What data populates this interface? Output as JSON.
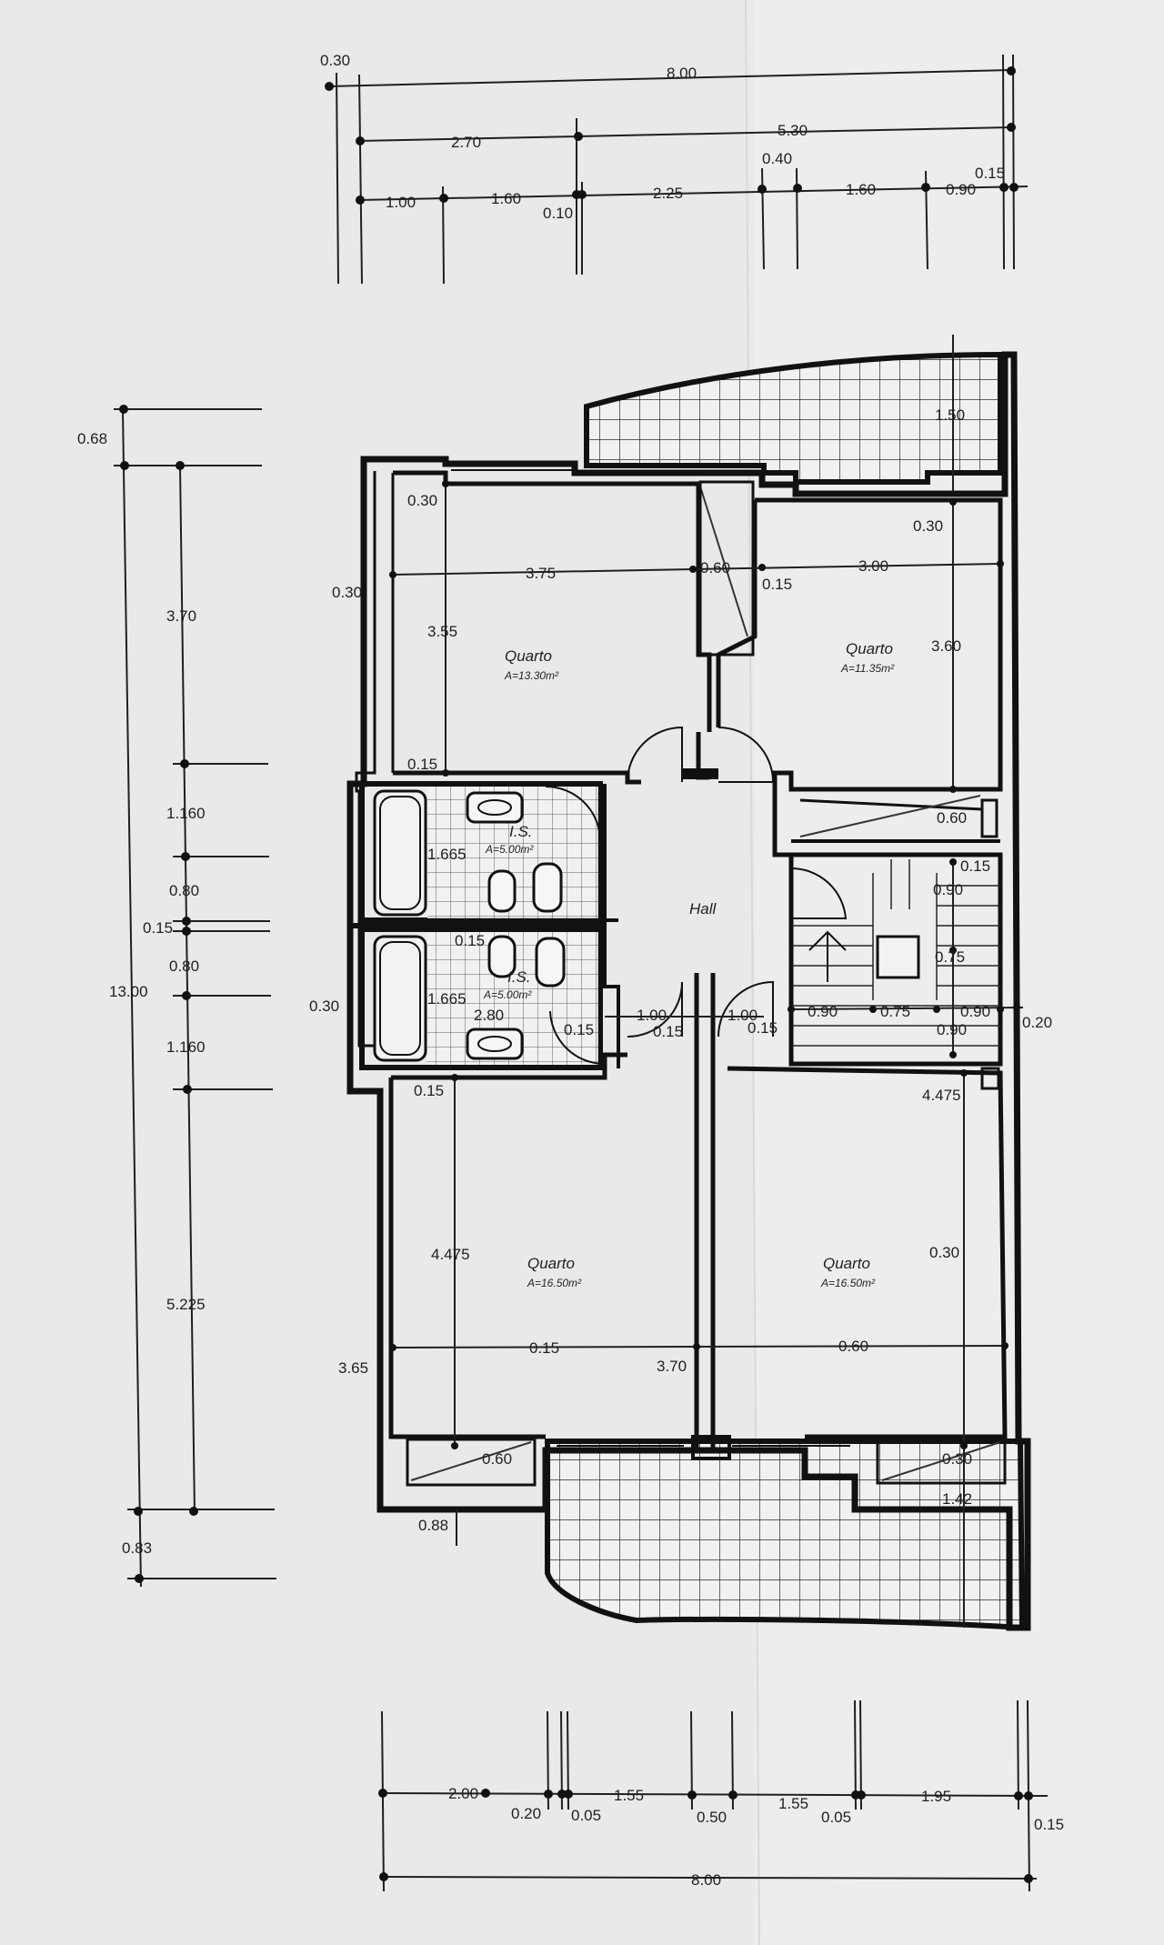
{
  "plan": {
    "top_dims_row1": [
      "0.30",
      "8.00"
    ],
    "top_dims_row2": [
      "2.70",
      "5.30"
    ],
    "top_dims_row3": [
      "1.00",
      "1.60",
      "0.10",
      "2.25",
      "0.40",
      "1.60",
      "0.90",
      "0.15"
    ],
    "left_dims": [
      "0.68",
      "3.70",
      "1.160",
      "0.80",
      "0.15",
      "0.80",
      "13.00",
      "1.160",
      "5.225",
      "0.83"
    ],
    "bottom_dims_row1": [
      "2.00",
      "0.20",
      "0.05",
      "1.55",
      "0.50",
      "1.55",
      "0.05",
      "1.95",
      "0.15"
    ],
    "bottom_dims_row2": [
      "8.00"
    ],
    "rooms": [
      {
        "label": "Quarto",
        "area": "A=13.30m²"
      },
      {
        "label": "Quarto",
        "area": "A=11.35m²"
      },
      {
        "label": "I.S.",
        "area": "A=5.00m²"
      },
      {
        "label": "I.S.",
        "area": "A=5.00m²"
      },
      {
        "label": "Hall",
        "area": ""
      },
      {
        "label": "Quarto",
        "area": "A=16.50m²"
      },
      {
        "label": "Quarto",
        "area": "A=16.50m²"
      }
    ],
    "inner_dims": [
      "0.30",
      "0.30",
      "3.75",
      "0.60",
      "0.15",
      "3.00",
      "0.30",
      "3.55",
      "3.60",
      "1.50",
      "0.15",
      "0.60",
      "1.665",
      "0.15",
      "0.90",
      "0.75",
      "0.30",
      "1.665",
      "2.80",
      "0.15",
      "1.00",
      "0.15",
      "1.00",
      "0.15",
      "0.90",
      "0.75",
      "0.90",
      "0.90",
      "0.20",
      "0.15",
      "0.15",
      "4.475",
      "4.475",
      "0.30",
      "3.65",
      "0.15",
      "3.70",
      "0.60",
      "0.60",
      "0.30",
      "0.88",
      "1.42"
    ]
  }
}
